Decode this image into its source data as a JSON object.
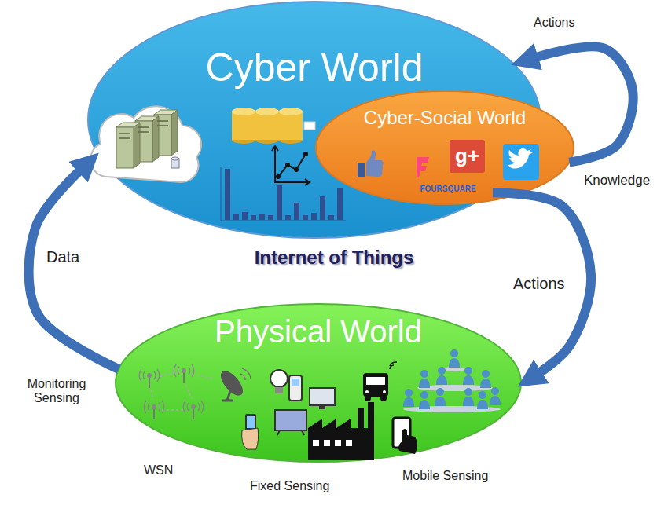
{
  "diagram": {
    "title": "Internet of Things",
    "nodes": [
      {
        "text": [
          "Cyber World"
        ]
      },
      {
        "text": [
          "Cyber-Social World",
          "g+",
          "FOURSQUARE"
        ],
        "in": 0
      },
      {
        "text": [
          "Physical World"
        ]
      }
    ],
    "edges": [
      {
        "from": 2,
        "to": 0,
        "arrow": "to",
        "label": "Data"
      },
      {
        "from": 0,
        "to": 2,
        "arrow": "to",
        "label": "Actions"
      },
      {
        "from": 1,
        "to": 0,
        "arrow": "to",
        "label": "Actions"
      }
    ],
    "labels": [
      "Knowledge",
      "Monitoring Sensing",
      "WSN",
      "Fixed Sensing",
      "Mobile Sensing"
    ]
  }
}
